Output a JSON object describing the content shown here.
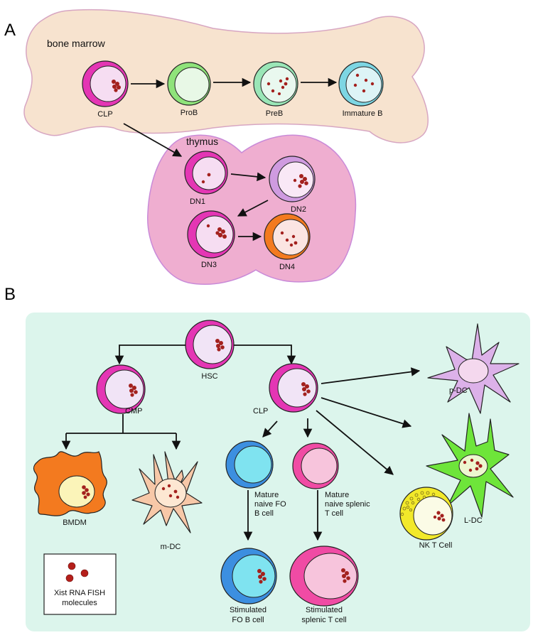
{
  "panels": {
    "a": {
      "letter": "A",
      "bone_label": "bone marrow",
      "thymus_label": "thymus"
    },
    "b": {
      "letter": "B"
    }
  },
  "cells_a": {
    "clp": "CLP",
    "prob": "ProB",
    "preb": "PreB",
    "immature_b": "Immature B",
    "dn1": "DN1",
    "dn2": "DN2",
    "dn3": "DN3",
    "dn4": "DN4"
  },
  "cells_b": {
    "hsc": "HSC",
    "cmp": "CMP",
    "clp": "CLP",
    "bmdm": "BMDM",
    "mdc": "m-DC",
    "pdc": "p-DC",
    "ldc": "L-DC",
    "nkt": "NK T Cell",
    "fo_b_naive": [
      "Mature",
      "naive FO",
      "B cell"
    ],
    "splenic_t_naive": [
      "Mature",
      "naive splenic",
      "T cell"
    ],
    "fo_b_stim": [
      "Stimulated",
      "FO B cell"
    ],
    "splenic_t_stim": [
      "Stimulated",
      "splenic T cell"
    ]
  },
  "legend": {
    "lines": [
      "Xist RNA FISH",
      "molecules"
    ]
  },
  "colors": {
    "bone_fill": "#f7e3cf",
    "thymus_fill": "#efaed0",
    "panel_b_bg": "#dcf5ec",
    "magenta": "#e436b4",
    "green": "#8fe37a",
    "mint": "#9ae6b7",
    "cyan": "#7dd6e3",
    "dot": "#a3211e",
    "orange": "#f37a1f",
    "peach": "#f7c8a8",
    "lilac": "#cf9be0",
    "lime": "#6ee53a",
    "yellow": "#f2e92a",
    "blue": "#3c8fe0",
    "pink": "#f04ba4"
  }
}
